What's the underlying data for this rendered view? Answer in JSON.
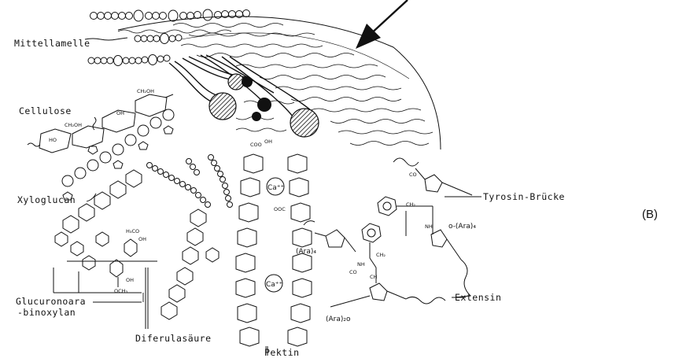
{
  "figure": {
    "panel_label": "(B)",
    "labels": {
      "mittellamelle": "Mittellamelle",
      "cellulose": "Cellulose",
      "xyloglucan": "Xyloglucan",
      "glucuronoarabinoxylan_line1": "Glucuronoara -",
      "glucuronoarabinoxylan_line2": "-binoxylan",
      "diferulasaeure": "Diferulasäure",
      "pektin": "Pektin",
      "tyrosin_bruecke": "Tyrosin-Brücke",
      "extensin": "Extensin"
    },
    "chem_labels": {
      "ch2oh_a": "CH₂OH",
      "ch2oh_b": "CH₂OH",
      "ho_a": "HO",
      "oh_a": "OH",
      "h3co": "H₃CO",
      "och3": "OCH₃",
      "oh_b": "OH",
      "oh_c": "OH",
      "ca_top": "Ca⁺⁺",
      "ca_bottom": "Ca⁺⁺",
      "coo_a": "COO",
      "coo_b": "OOC",
      "ara_a": "(Ara)₄",
      "ara_b": "o-(Ara)₄",
      "ara_c": "(Ara)₂o",
      "co_a": "CO",
      "co_b": "CO",
      "nh_a": "NH",
      "nh_b": "NH",
      "ch2_a": "CH₂",
      "ch2_b": "CH₂",
      "ch_a": "CH",
      "oh_d": "OH"
    }
  }
}
